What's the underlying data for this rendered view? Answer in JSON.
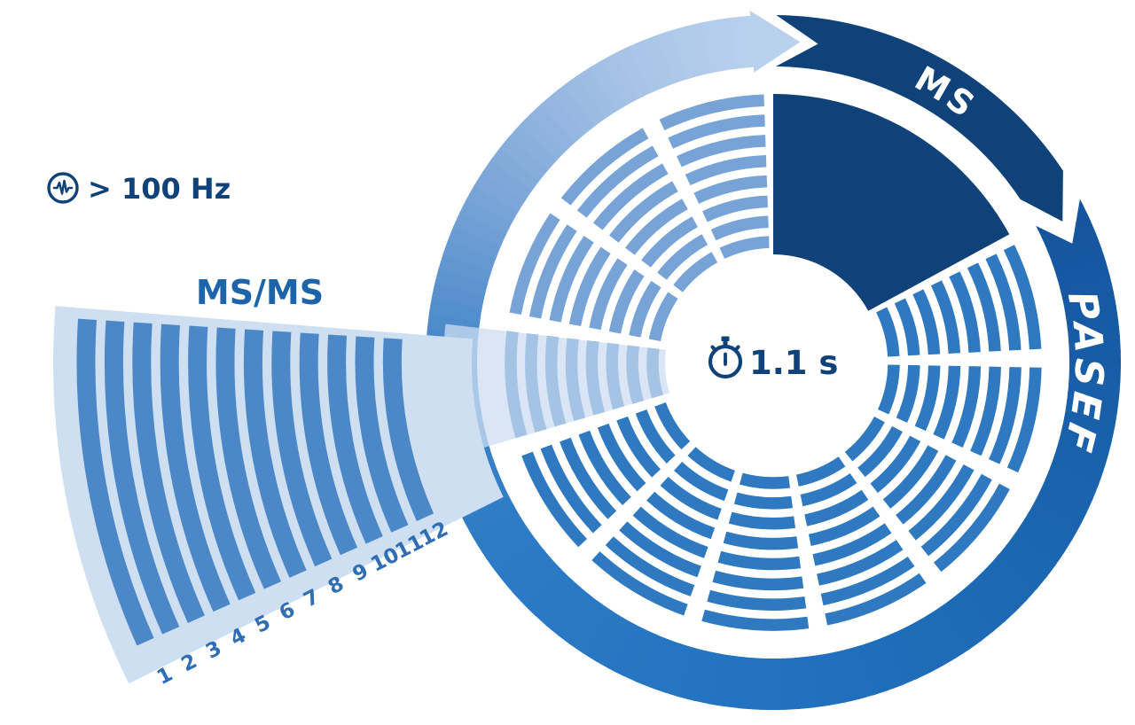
{
  "labels": {
    "frequency": "> 100 Hz",
    "msms": "MS/MS",
    "cycle_time": "1.1 s",
    "ms_segment": "MS",
    "pasef_segment": "PASEF"
  },
  "fragment_numbers": [
    "1",
    "2",
    "3",
    "4",
    "5",
    "6",
    "7",
    "8",
    "9",
    "10",
    "11",
    "12"
  ],
  "structure": {
    "wheel_sectors": 12,
    "striped_sectors": 11,
    "stripes_per_sector": 8,
    "msms_bars": 12,
    "cycle": [
      "MS",
      "PASEF"
    ]
  },
  "colors": {
    "dark_navy": "#0f4278",
    "wedge_blue": "#2e79c0",
    "wedge_light": "#78a3d6",
    "fan_background": "#cfdff2",
    "fan_bar": "#4c88c8",
    "beam_overlay": "rgba(205,221,242,0.75)",
    "number_text": "#2f6eb4",
    "msms_text": "#1e64aa",
    "label_white": "#ffffff",
    "ring_gradient": [
      [
        60.5,
        "#15549d"
      ],
      [
        115,
        "#1a64ae"
      ],
      [
        175,
        "#2171bf"
      ],
      [
        235,
        "#2b7bc6"
      ],
      [
        270,
        "#4285c8"
      ],
      [
        302,
        "#7ca6d8"
      ],
      [
        332,
        "#a5c2e6"
      ],
      [
        356.5,
        "#bad1ee"
      ]
    ]
  }
}
